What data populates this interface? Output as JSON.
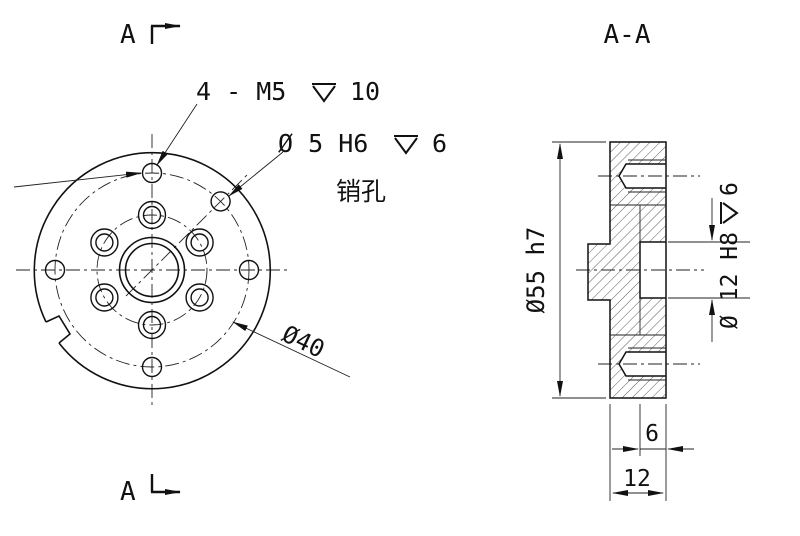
{
  "front_view": {
    "cut_label_top": "A",
    "cut_label_bottom": "A",
    "thread_callout_text": "4 - M5",
    "thread_callout_depth": "10",
    "pin_callout_text": "Ø 5 H6",
    "pin_callout_depth": "6",
    "pin_hole_label": "销孔",
    "bolt_circle_dia": "Ø40"
  },
  "section_view": {
    "title": "A-A",
    "outer_dia": "Ø55 h7",
    "bore_text": "Ø 12 H8",
    "bore_depth": "6",
    "depth_6": "6",
    "thickness_12": "12"
  },
  "colors": {
    "line": "#111111",
    "background": "#ffffff"
  }
}
